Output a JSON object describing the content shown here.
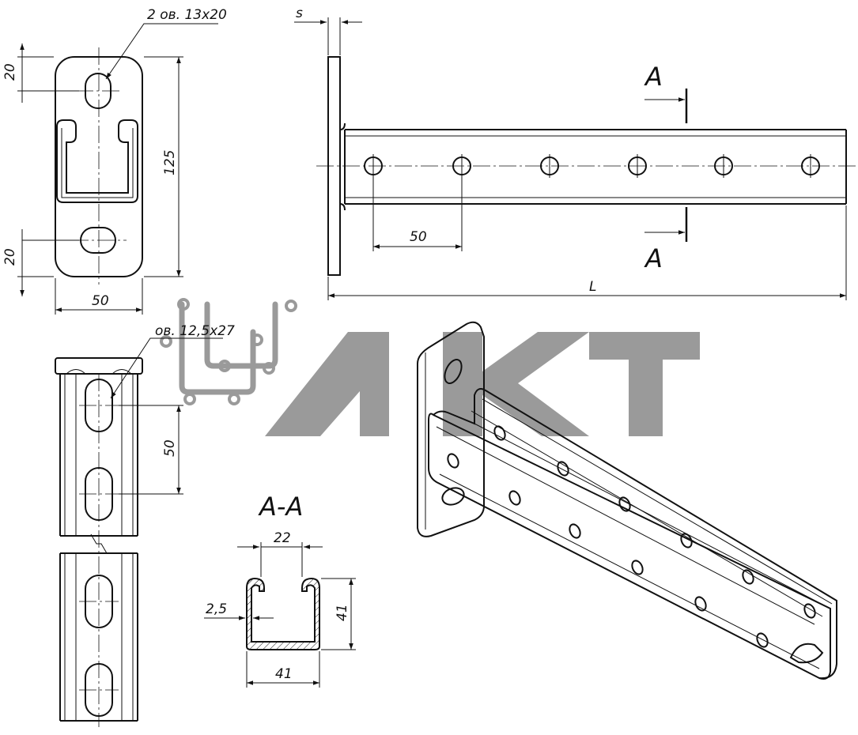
{
  "watermark": {
    "text": "МКТ",
    "color": "#9a9a9a"
  },
  "front_view": {
    "hole_callout": "2 ов. 13х20",
    "dim_top_edge": "20",
    "dim_bottom_edge": "20",
    "dim_height": "125",
    "dim_width": "50"
  },
  "side_view": {
    "dim_thickness": "s",
    "section_mark": "A",
    "dim_pitch": "50",
    "dim_length": "L"
  },
  "rail_view": {
    "slot_callout": "ов. 12,5х27",
    "dim_pitch": "50"
  },
  "section_view": {
    "title": "А-А",
    "dim_opening": "22",
    "dim_wall": "2,5",
    "dim_height": "41",
    "dim_width": "41"
  }
}
